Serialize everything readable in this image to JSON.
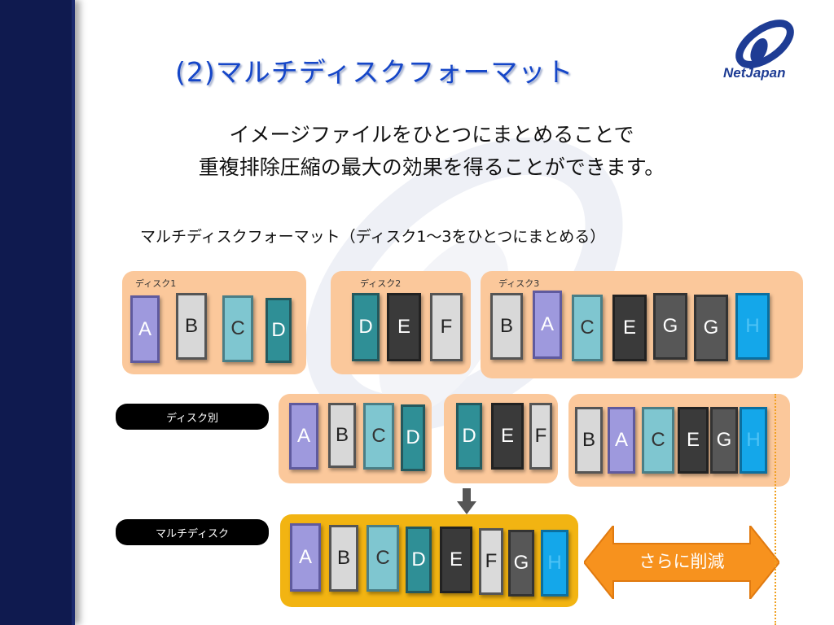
{
  "title": "(2)マルチディスクフォーマット",
  "logo": {
    "text": "NetJapan",
    "color": "#1e3c94"
  },
  "lead": {
    "line1": "イメージファイルをひとつにまとめることで",
    "line2": "重複排除圧縮の最大の効果を得ることができます。"
  },
  "subheading": "マルチディスクフォーマット（ディスク1～3をひとつにまとめる）",
  "top_row": {
    "disks": [
      {
        "label": "ディスク1",
        "blocks": [
          "A",
          "B",
          "C",
          "D"
        ]
      },
      {
        "label": "ディスク2",
        "blocks": [
          "D",
          "E",
          "F"
        ]
      },
      {
        "label": "ディスク3",
        "blocks": [
          "B",
          "A",
          "C",
          "E",
          "G",
          "G",
          "H"
        ]
      }
    ]
  },
  "per_disk_row": {
    "label": "ディスク別",
    "groups": [
      [
        "A",
        "B",
        "C",
        "D"
      ],
      [
        "D",
        "E",
        "F"
      ],
      [
        "B",
        "A",
        "C",
        "E",
        "G",
        "H"
      ]
    ]
  },
  "multi_disk_row": {
    "label": "マルチディスク",
    "blocks": [
      "A",
      "B",
      "C",
      "D",
      "E",
      "F",
      "G",
      "H"
    ]
  },
  "reduction_label": "さらに削減",
  "colors": {
    "sidebar": "#0f1a4f",
    "title": "#1546c8",
    "panel": "#fbc89b",
    "panel_highlight": "#f2b412",
    "arrow": "#f7921e",
    "block_A": "#9e99dd",
    "block_B": "#d8d8d8",
    "block_C": "#7fc6d0",
    "block_D": "#2f8f96",
    "block_E": "#3a3a3a",
    "block_F": "#dadada",
    "block_G": "#575757",
    "block_H": "#14a7ea"
  },
  "icons": {
    "down_arrow": "arrow-down-icon",
    "double_arrow": "double-arrow-icon"
  }
}
